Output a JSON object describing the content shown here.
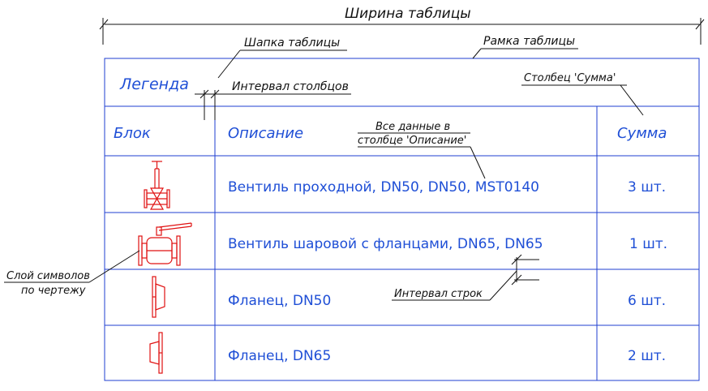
{
  "annotations": {
    "table_width": "Ширина таблицы",
    "table_header": "Шапка таблицы",
    "table_frame": "Рамка таблицы",
    "column_gap": "Интервал столбцов",
    "sum_column": "Столбец 'Сумма'",
    "description_data_line1": "Все данные в",
    "description_data_line2": "столбце 'Описание'",
    "row_gap": "Интервал строк",
    "symbol_layer_line1": "Слой символов",
    "symbol_layer_line2": "по чертежу"
  },
  "table": {
    "title": "Легенда",
    "columns": {
      "block": "Блок",
      "description": "Описание",
      "sum": "Сумма"
    },
    "rows": [
      {
        "symbol": "gate-valve-symbol",
        "description": "Вентиль проходной, DN50, DN50, MST0140",
        "sum": "3 шт."
      },
      {
        "symbol": "ball-valve-symbol",
        "description": "Вентиль шаровой с фланцами, DN65, DN65",
        "sum": "1 шт."
      },
      {
        "symbol": "flange-symbol",
        "description": "Фланец, DN50",
        "sum": "6 шт."
      },
      {
        "symbol": "flange-symbol",
        "description": "Фланец, DN65",
        "sum": "2 шт."
      }
    ]
  },
  "colors": {
    "table_line": "#1f3fd0",
    "table_text": "#1f4fd6",
    "symbol": "#e01010",
    "annotation": "#111111"
  }
}
